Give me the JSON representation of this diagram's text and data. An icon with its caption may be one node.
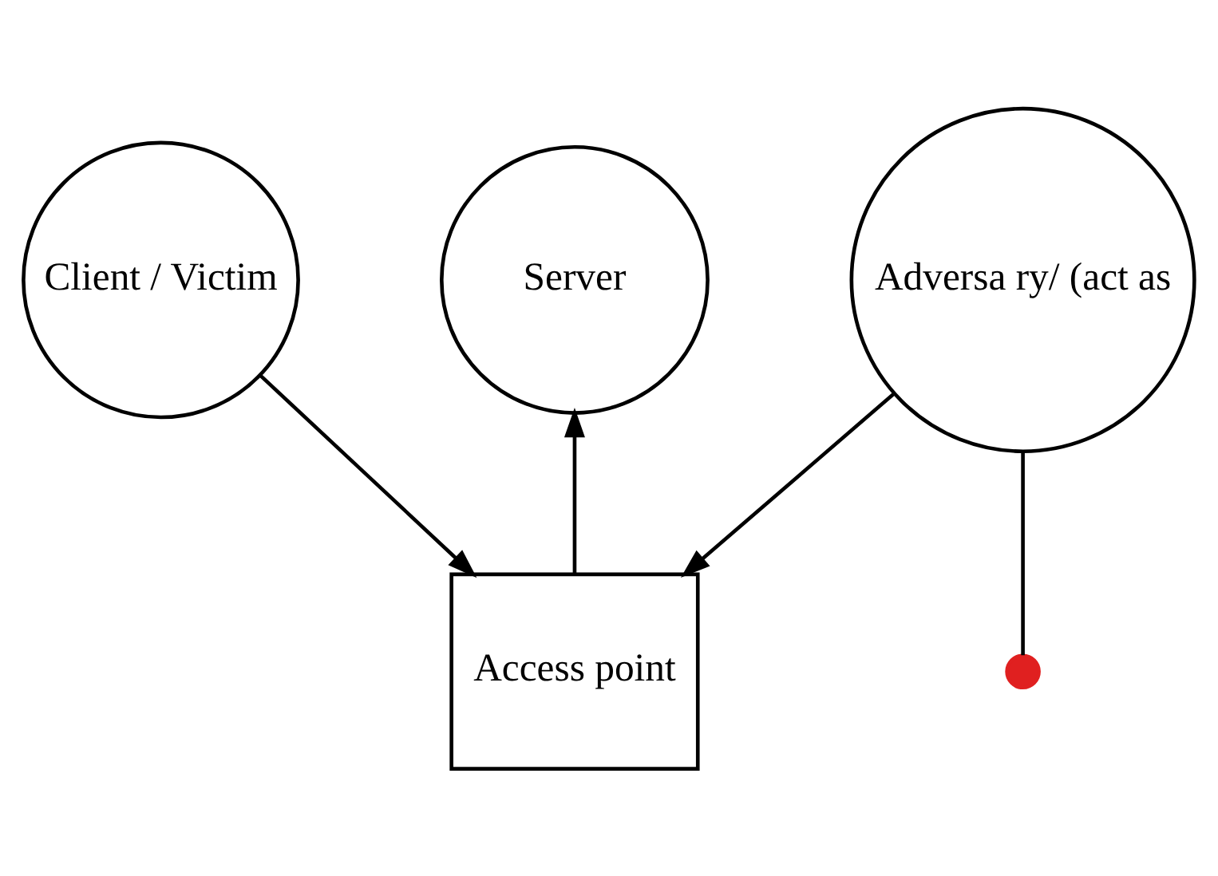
{
  "diagram": {
    "nodes": [
      {
        "text": [
          "Client / Victim"
        ]
      },
      {
        "text": [
          "Adversa ry/ (act as"
        ]
      },
      {
        "text": [
          "Server"
        ]
      },
      {
        "text": [
          "Access point"
        ]
      },
      {
        "text": [],
        "shape": "cross"
      }
    ],
    "edges": [
      {
        "from": 0,
        "to": 3,
        "arrow": "to"
      },
      {
        "from": 1,
        "to": 3,
        "arrow": "to"
      },
      {
        "from": 3,
        "to": 2,
        "arrow": "to"
      },
      {
        "from": 1,
        "to": 4,
        "arrow": "none"
      }
    ]
  }
}
